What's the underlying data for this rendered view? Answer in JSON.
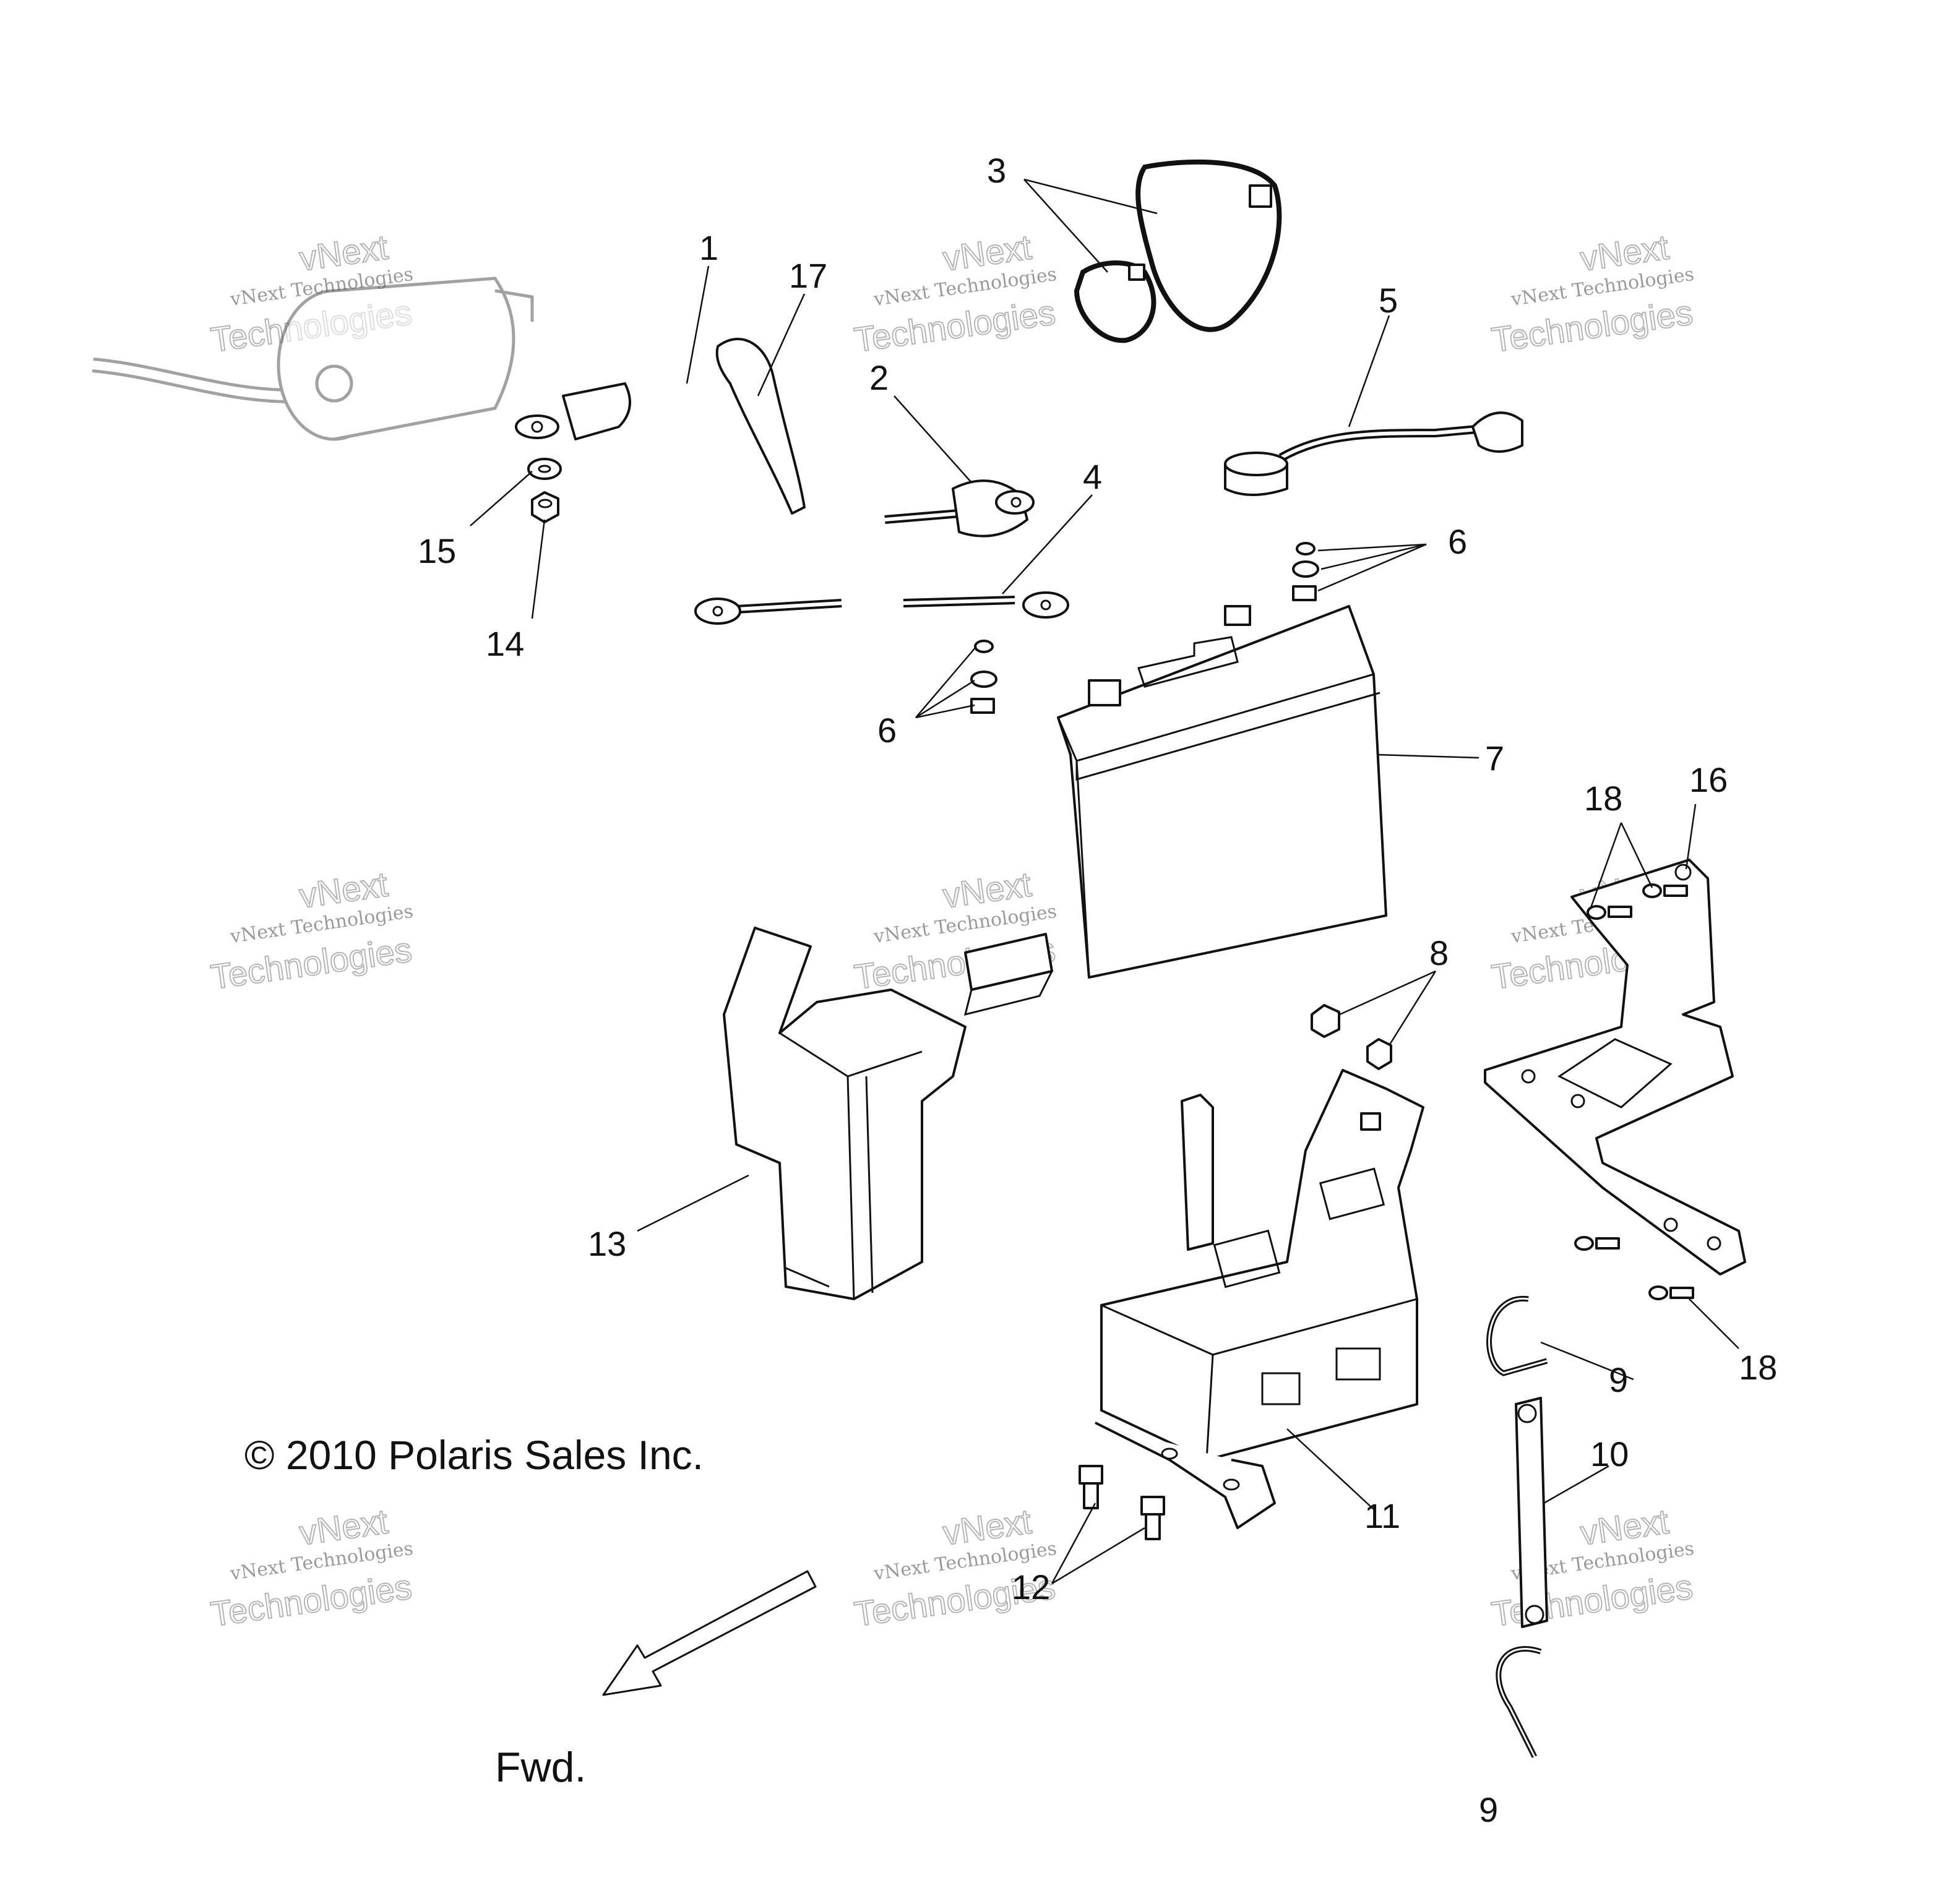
{
  "callouts": [
    "1",
    "17",
    "2",
    "3",
    "4",
    "5",
    "6",
    "6",
    "7",
    "8",
    "9",
    "9",
    "10",
    "11",
    "12",
    "13",
    "14",
    "15",
    "16",
    "18",
    "18"
  ],
  "watermark": {
    "line1": "vNext Technologies",
    "line2": "Technologies",
    "ghost": "vNext"
  },
  "copyright": "© 2010 Polaris Sales Inc.",
  "direction_label": "Fwd."
}
